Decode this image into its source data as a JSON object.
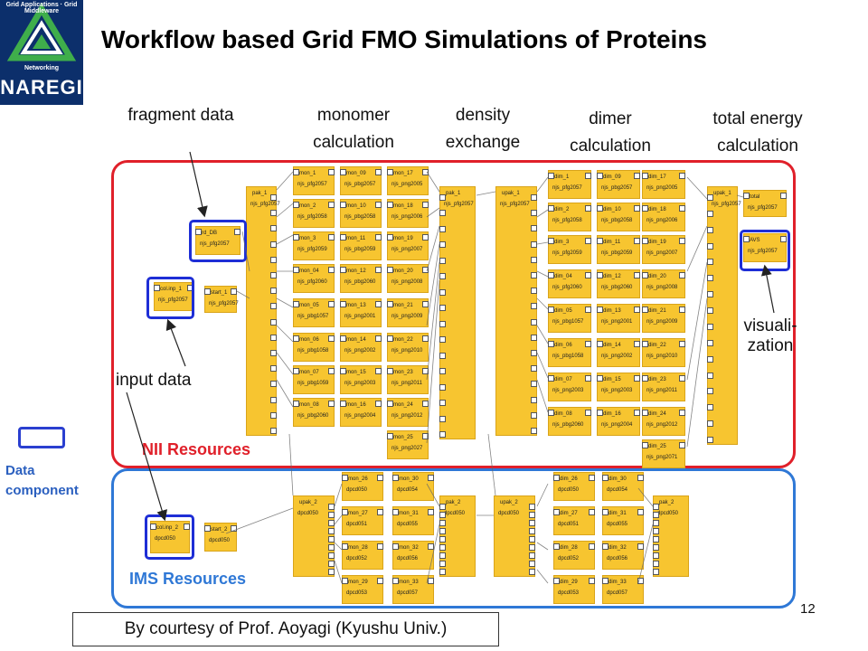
{
  "logo": {
    "arc_left": "Grid Applications",
    "arc_right": "Grid Middleware",
    "networking": "Networking",
    "brand": "NAREGI"
  },
  "title": "Workflow based Grid FMO Simulations of Proteins",
  "column_labels": {
    "fragment_data": "fragment data",
    "monomer": "monomer calculation",
    "density": "density exchange",
    "dimer": "dimer calculation",
    "total_energy": "total energy calculation"
  },
  "annotations": {
    "visualization": "visuali- zation",
    "input_data": "input data"
  },
  "regions": {
    "nii": "NII Resources",
    "ims": "IMS Resources"
  },
  "legend": {
    "label": "Data component"
  },
  "page_number": "12",
  "courtesy": "By courtesy of Prof. Aoyagi (Kyushu Univ.)",
  "colors": {
    "node_fill": "#f7c530",
    "highlight": "#1e2ed6",
    "nii_border": "#e0202a",
    "ims_border": "#2f78d6",
    "nii_label": "#e0202a",
    "ims_label": "#2f78d6"
  },
  "nodes": {
    "rd_db": {
      "title": "rd_DB",
      "sub": "njs_pfg2057"
    },
    "col_inp_1": {
      "title": "col.inp_1",
      "sub": "njs_pfg2057"
    },
    "start_1": {
      "title": "start_1",
      "sub": "njs_pfg2057"
    },
    "pak_1": {
      "title": "pak_1",
      "sub": "njs_pfg2057"
    },
    "pak_1b": {
      "title": "pak_1",
      "sub": "njs_pfg2057"
    },
    "upak_1": {
      "title": "upak_1",
      "sub": "njs_pfg2057"
    },
    "upak_1b": {
      "title": "upak_1",
      "sub": "njs_pfg2057"
    },
    "total": {
      "title": "total",
      "sub": "njs_pfg2057"
    },
    "avs": {
      "title": "AVS",
      "sub": "njs_pfg2057"
    },
    "col_inp_2": {
      "title": "col.inp_2",
      "sub": "dpcd050"
    },
    "start_2": {
      "title": "start_2",
      "sub": "dpcd050"
    },
    "upak_2": {
      "title": "upak_2",
      "sub": "dpcd050"
    },
    "pak_2": {
      "title": "pak_2",
      "sub": "dpcd050"
    },
    "upak_2b": {
      "title": "upak_2",
      "sub": "dpcd050"
    },
    "pak_2b": {
      "title": "pak_2",
      "sub": "dpcd050"
    }
  },
  "mon": [
    {
      "title": "mon_1",
      "sub": "njs_pfg2057"
    },
    {
      "title": "mon_2",
      "sub": "njs_pfg2058"
    },
    {
      "title": "mon_3",
      "sub": "njs_pfg2059"
    },
    {
      "title": "mon_04",
      "sub": "njs_pfg2060"
    },
    {
      "title": "mon_05",
      "sub": "njs_pbg1057"
    },
    {
      "title": "mon_06",
      "sub": "njs_pbg1058"
    },
    {
      "title": "mon_07",
      "sub": "njs_pbg1059"
    },
    {
      "title": "mon_08",
      "sub": "njs_pbg2060"
    },
    {
      "title": "mon_09",
      "sub": "njs_pbg2057"
    },
    {
      "title": "mon_10",
      "sub": "njs_pbg2058"
    },
    {
      "title": "mon_11",
      "sub": "njs_pbg2059"
    },
    {
      "title": "mon_12",
      "sub": "njs_pbg2060"
    },
    {
      "title": "mon_13",
      "sub": "njs_png2001"
    },
    {
      "title": "mon_14",
      "sub": "njs_png2002"
    },
    {
      "title": "mon_15",
      "sub": "njs_png2003"
    },
    {
      "title": "mon_16",
      "sub": "njs_png2004"
    },
    {
      "title": "mon_17",
      "sub": "njs_png2005"
    },
    {
      "title": "mon_18",
      "sub": "njs_png2006"
    },
    {
      "title": "mon_19",
      "sub": "njs_png2007"
    },
    {
      "title": "mon_20",
      "sub": "njs_png2008"
    },
    {
      "title": "mon_21",
      "sub": "njs_png2009"
    },
    {
      "title": "mon_22",
      "sub": "njs_png2010"
    },
    {
      "title": "mon_23",
      "sub": "njs_png2011"
    },
    {
      "title": "mon_24",
      "sub": "njs_png2012"
    },
    {
      "title": "mon_25",
      "sub": "njs_png2027"
    }
  ],
  "dim": [
    {
      "title": "dim_1",
      "sub": "njs_pfg2057"
    },
    {
      "title": "dim_2",
      "sub": "njs_pfg2058"
    },
    {
      "title": "dim_3",
      "sub": "njs_pfg2059"
    },
    {
      "title": "dim_04",
      "sub": "njs_pfg2060"
    },
    {
      "title": "dim_05",
      "sub": "njs_pbg1057"
    },
    {
      "title": "dim_06",
      "sub": "njs_pbg1058"
    },
    {
      "title": "dim_07",
      "sub": "njs_png2003"
    },
    {
      "title": "dim_08",
      "sub": "njs_pbg2060"
    },
    {
      "title": "dim_09",
      "sub": "njs_pbg2057"
    },
    {
      "title": "dim_10",
      "sub": "njs_pbg2058"
    },
    {
      "title": "dim_11",
      "sub": "njs_pbg2059"
    },
    {
      "title": "dim_12",
      "sub": "njs_pbg2060"
    },
    {
      "title": "dim_13",
      "sub": "njs_png2001"
    },
    {
      "title": "dim_14",
      "sub": "njs_png2002"
    },
    {
      "title": "dim_15",
      "sub": "njs_png2003"
    },
    {
      "title": "dim_16",
      "sub": "njs_png2004"
    },
    {
      "title": "dim_17",
      "sub": "njs_png2005"
    },
    {
      "title": "dim_18",
      "sub": "njs_png2006"
    },
    {
      "title": "dim_19",
      "sub": "njs_png2007"
    },
    {
      "title": "dim_20",
      "sub": "njs_png2008"
    },
    {
      "title": "dim_21",
      "sub": "njs_png2009"
    },
    {
      "title": "dim_22",
      "sub": "njs_png2010"
    },
    {
      "title": "dim_23",
      "sub": "njs_png2011"
    },
    {
      "title": "dim_24",
      "sub": "njs_png2012"
    },
    {
      "title": "dim_25",
      "sub": "njs_png2071"
    }
  ],
  "mon_ims": [
    {
      "title": "mon_26",
      "sub": "dpcd050"
    },
    {
      "title": "mon_27",
      "sub": "dpcd051"
    },
    {
      "title": "mon_28",
      "sub": "dpcd052"
    },
    {
      "title": "mon_29",
      "sub": "dpcd053"
    },
    {
      "title": "mon_30",
      "sub": "dpcd054"
    },
    {
      "title": "mon_31",
      "sub": "dpcd055"
    },
    {
      "title": "mon_32",
      "sub": "dpcd056"
    },
    {
      "title": "mon_33",
      "sub": "dpcd057"
    }
  ],
  "dim_ims": [
    {
      "title": "dim_26",
      "sub": "dpcd050"
    },
    {
      "title": "dim_27",
      "sub": "dpcd051"
    },
    {
      "title": "dim_28",
      "sub": "dpcd052"
    },
    {
      "title": "dim_29",
      "sub": "dpcd053"
    },
    {
      "title": "dim_30",
      "sub": "dpcd054"
    },
    {
      "title": "dim_31",
      "sub": "dpcd055"
    },
    {
      "title": "dim_32",
      "sub": "dpcd056"
    },
    {
      "title": "dim_33",
      "sub": "dpcd057"
    }
  ]
}
